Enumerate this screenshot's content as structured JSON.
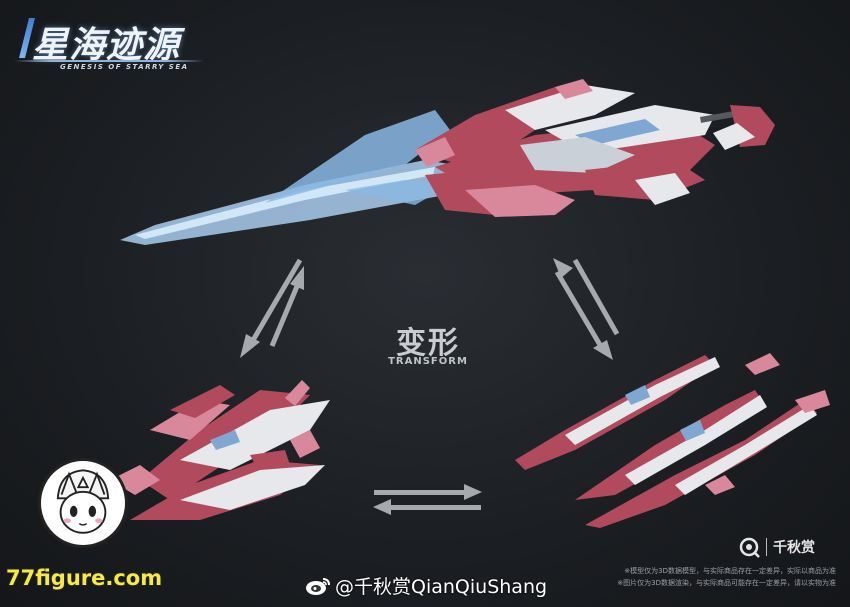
{
  "logo": {
    "title": "星海迹源",
    "subtitle": "GENESIS OF STARRY SEA"
  },
  "center_label": {
    "cn": "变形",
    "en": "TRANSFORM"
  },
  "watermarks": {
    "site": "77figure.com",
    "weibo_handle": "@千秋赏QianQiuShang",
    "brand_name": "千秋赏",
    "fine_print_1": "※模型仅为3D数据模型，与实际商品存在一定差异，实际以商品为准",
    "fine_print_2": "※图片仅为3D数据渲染，与实际商品可能存在一定差异，请以实物为准"
  },
  "colors": {
    "background": "#1c1f23",
    "armor_red": "#b24a5e",
    "armor_pink": "#d9879b",
    "armor_white": "#e6e8ec",
    "blade_blue": "#9cc6ec",
    "arrow_grey": "#a6a9ad",
    "watermark_yellow": "#f6e94a"
  },
  "icons": {
    "logo": "starry-sea-logo",
    "weibo": "weibo-icon",
    "brand": "qianqiushang-logo-icon",
    "avatar": "mascot-avatar"
  }
}
